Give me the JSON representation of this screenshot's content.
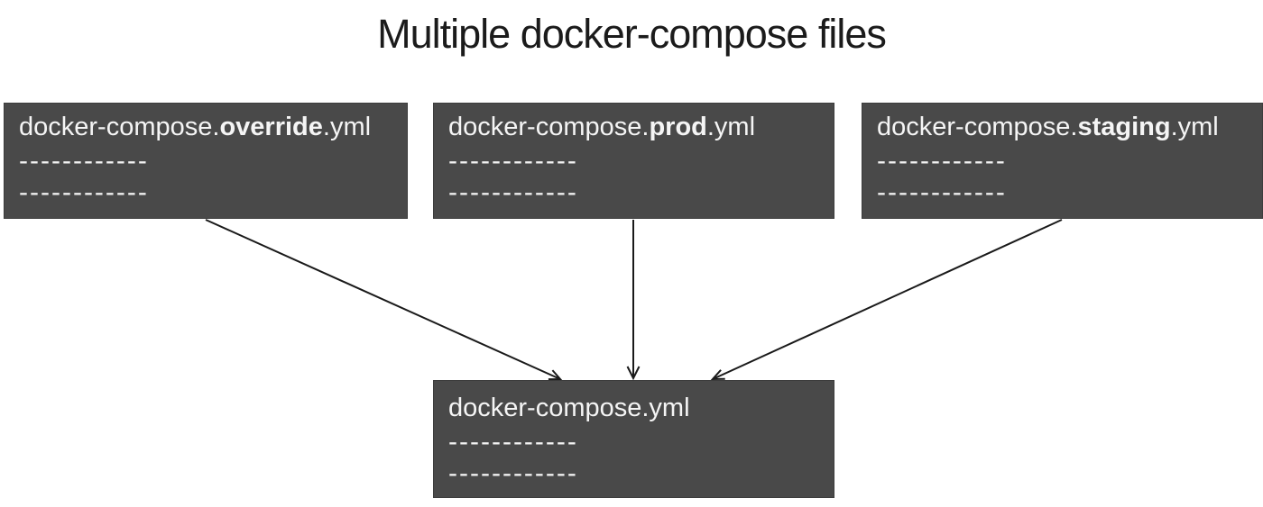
{
  "title": "Multiple docker-compose files",
  "colors": {
    "background": "#ffffff",
    "box_fill": "#494949",
    "box_border": "#3c3c3c",
    "box_text": "#f5f5f5",
    "title_text": "#1b1b1b",
    "arrow": "#1a1a1a"
  },
  "boxes": [
    {
      "id": "override",
      "file_name": "docker-compose.override.yml",
      "prefix": "docker-compose.",
      "bold": "override",
      "suffix": ".yml",
      "dash_line_1": "------------",
      "dash_line_2": "------------"
    },
    {
      "id": "prod",
      "file_name": "docker-compose.prod.yml",
      "prefix": "docker-compose.",
      "bold": "prod",
      "suffix": ".yml",
      "dash_line_1": "------------",
      "dash_line_2": "------------"
    },
    {
      "id": "staging",
      "file_name": "docker-compose.staging.yml",
      "prefix": "docker-compose.",
      "bold": "staging",
      "suffix": ".yml",
      "dash_line_1": "------------",
      "dash_line_2": "------------"
    },
    {
      "id": "base",
      "file_name": "docker-compose.yml",
      "prefix": "docker-compose.yml",
      "bold": "",
      "suffix": "",
      "dash_line_1": "------------",
      "dash_line_2": "------------"
    }
  ],
  "arrows": [
    {
      "from": "docker-compose.override.yml",
      "to": "docker-compose.yml"
    },
    {
      "from": "docker-compose.prod.yml",
      "to": "docker-compose.yml"
    },
    {
      "from": "docker-compose.staging.yml",
      "to": "docker-compose.yml"
    }
  ]
}
